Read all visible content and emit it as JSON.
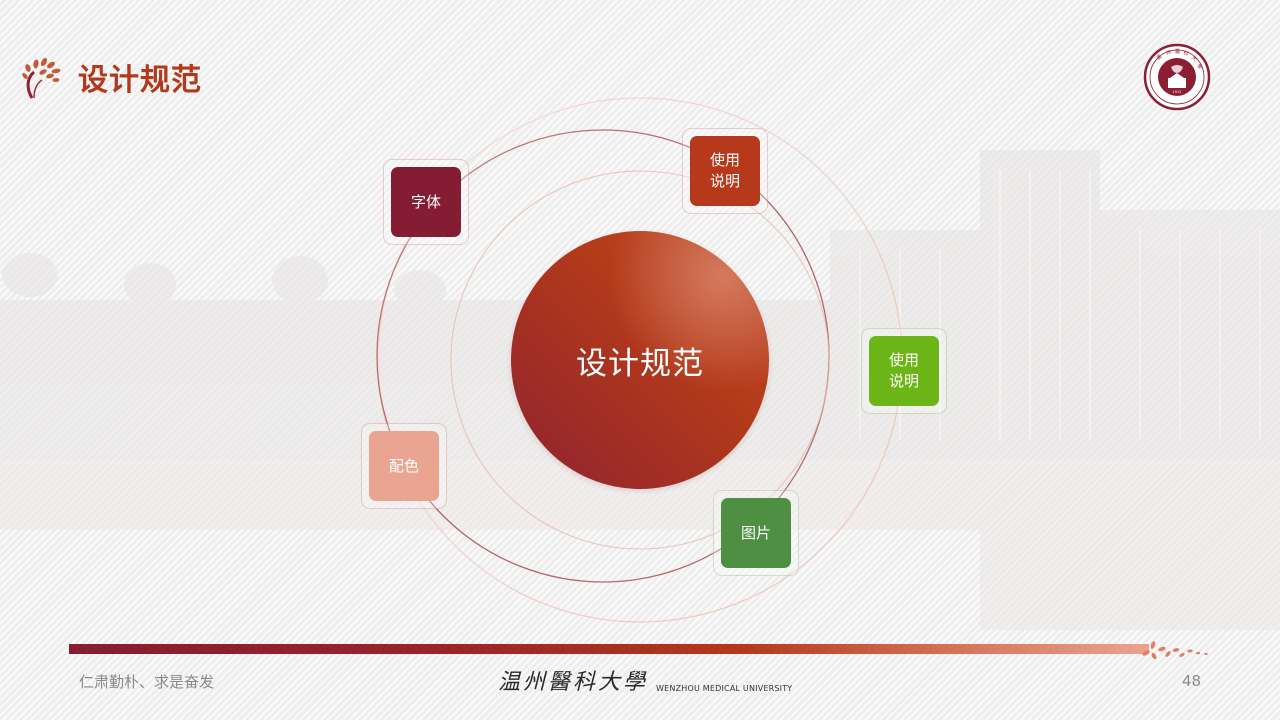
{
  "header": {
    "title": "设计规范",
    "logo_icon": "wheat-leaf-logo-icon",
    "seal_icon": "university-seal-icon",
    "title_color": "#b23a1c"
  },
  "diagram": {
    "center_label": "设计规范",
    "nodes": [
      {
        "id": "font",
        "label": "字体",
        "color": "#841c34"
      },
      {
        "id": "usage-1",
        "label": "使用\n说明",
        "color": "#b5391a"
      },
      {
        "id": "usage-2",
        "label": "使用\n说明",
        "color": "#6cb517"
      },
      {
        "id": "image",
        "label": "图片",
        "color": "#4e8f43"
      },
      {
        "id": "color",
        "label": "配色",
        "color": "#e9a591"
      }
    ]
  },
  "footer": {
    "motto": "仁肃勤朴、求是奋发",
    "university_cn": "温州醫科大學",
    "university_en": "WENZHOU MEDICAL UNIVERSITY",
    "page_number": "48",
    "bar_gradient": [
      "#861d32",
      "#b4381a",
      "#eaa48e"
    ]
  }
}
